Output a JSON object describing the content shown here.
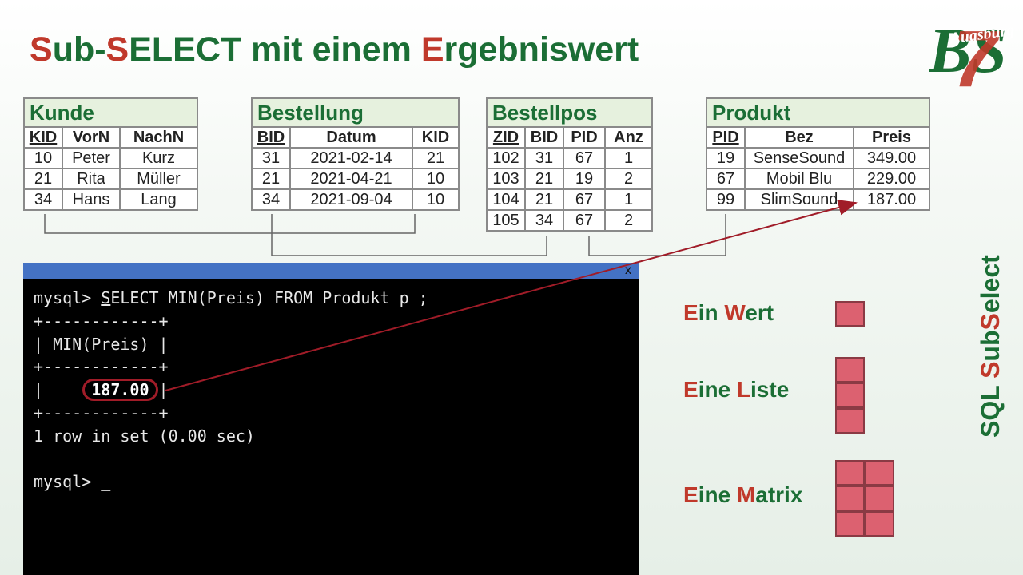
{
  "title": {
    "part1": "S",
    "part2": "ub-",
    "part3": "S",
    "part4": "ELECT mit einem ",
    "part5": "E",
    "part6": "rgebniswert"
  },
  "logo": {
    "text_bs": "BS",
    "text_7": "7",
    "text_city": "Augsburg"
  },
  "tables": [
    {
      "name": "Kunde",
      "columns": [
        {
          "label": "KID",
          "pk": true
        },
        {
          "label": "VorN",
          "pk": false
        },
        {
          "label": "NachN",
          "pk": false
        }
      ],
      "rows": [
        [
          "10",
          "Peter",
          "Kurz"
        ],
        [
          "21",
          "Rita",
          "Müller"
        ],
        [
          "34",
          "Hans",
          "Lang"
        ]
      ]
    },
    {
      "name": "Bestellung",
      "columns": [
        {
          "label": "BID",
          "pk": true
        },
        {
          "label": "Datum",
          "pk": false
        },
        {
          "label": "KID",
          "pk": false
        }
      ],
      "rows": [
        [
          "31",
          "2021-02-14",
          "21"
        ],
        [
          "21",
          "2021-04-21",
          "10"
        ],
        [
          "34",
          "2021-09-04",
          "10"
        ]
      ]
    },
    {
      "name": "Bestellpos",
      "columns": [
        {
          "label": "ZID",
          "pk": true
        },
        {
          "label": "BID",
          "pk": false
        },
        {
          "label": "PID",
          "pk": false
        },
        {
          "label": "Anz",
          "pk": false
        }
      ],
      "rows": [
        [
          "102",
          "31",
          "67",
          "1"
        ],
        [
          "103",
          "21",
          "19",
          "2"
        ],
        [
          "104",
          "21",
          "67",
          "1"
        ],
        [
          "105",
          "34",
          "67",
          "2"
        ]
      ]
    },
    {
      "name": "Produkt",
      "columns": [
        {
          "label": "PID",
          "pk": true
        },
        {
          "label": "Bez",
          "pk": false
        },
        {
          "label": "Preis",
          "pk": false
        }
      ],
      "rows": [
        [
          "19",
          "SenseSound",
          "349.00"
        ],
        [
          "67",
          "Mobil Blu",
          "229.00"
        ],
        [
          "99",
          "SlimSound",
          "187.00"
        ]
      ]
    }
  ],
  "terminal": {
    "close_label": "x",
    "prompt": "mysql> ",
    "cmd_first": "S",
    "cmd_rest": "ELECT MIN(Preis) FROM Produkt p ;",
    "cursor": "_",
    "border": "+------------+",
    "header_left": "| ",
    "header": "MIN(Preis)",
    "header_right": " |",
    "value_left": "|     ",
    "value": "187.00",
    "value_right": " |",
    "rowcount": "1 row in set (0.00 sec)",
    "prompt2": "mysql> ",
    "cursor2": "_"
  },
  "subselect_types": [
    {
      "a": "E",
      "b": "in ",
      "c": "W",
      "d": "ert",
      "cols": 1,
      "rows": 1
    },
    {
      "a": "E",
      "b": "ine ",
      "c": "L",
      "d": "iste",
      "cols": 1,
      "rows": 3
    },
    {
      "a": "E",
      "b": "ine ",
      "c": "M",
      "d": "atrix",
      "cols": 2,
      "rows": 3
    }
  ],
  "side_title": {
    "a": "SQL ",
    "b": "S",
    "c": "ub",
    "d": "S",
    "e": "elect"
  },
  "colors": {
    "green": "#1b6e35",
    "red": "#c0392b",
    "terminal_bar": "#4472c4",
    "cell": "#dc6170",
    "arrow": "#a01c28"
  }
}
